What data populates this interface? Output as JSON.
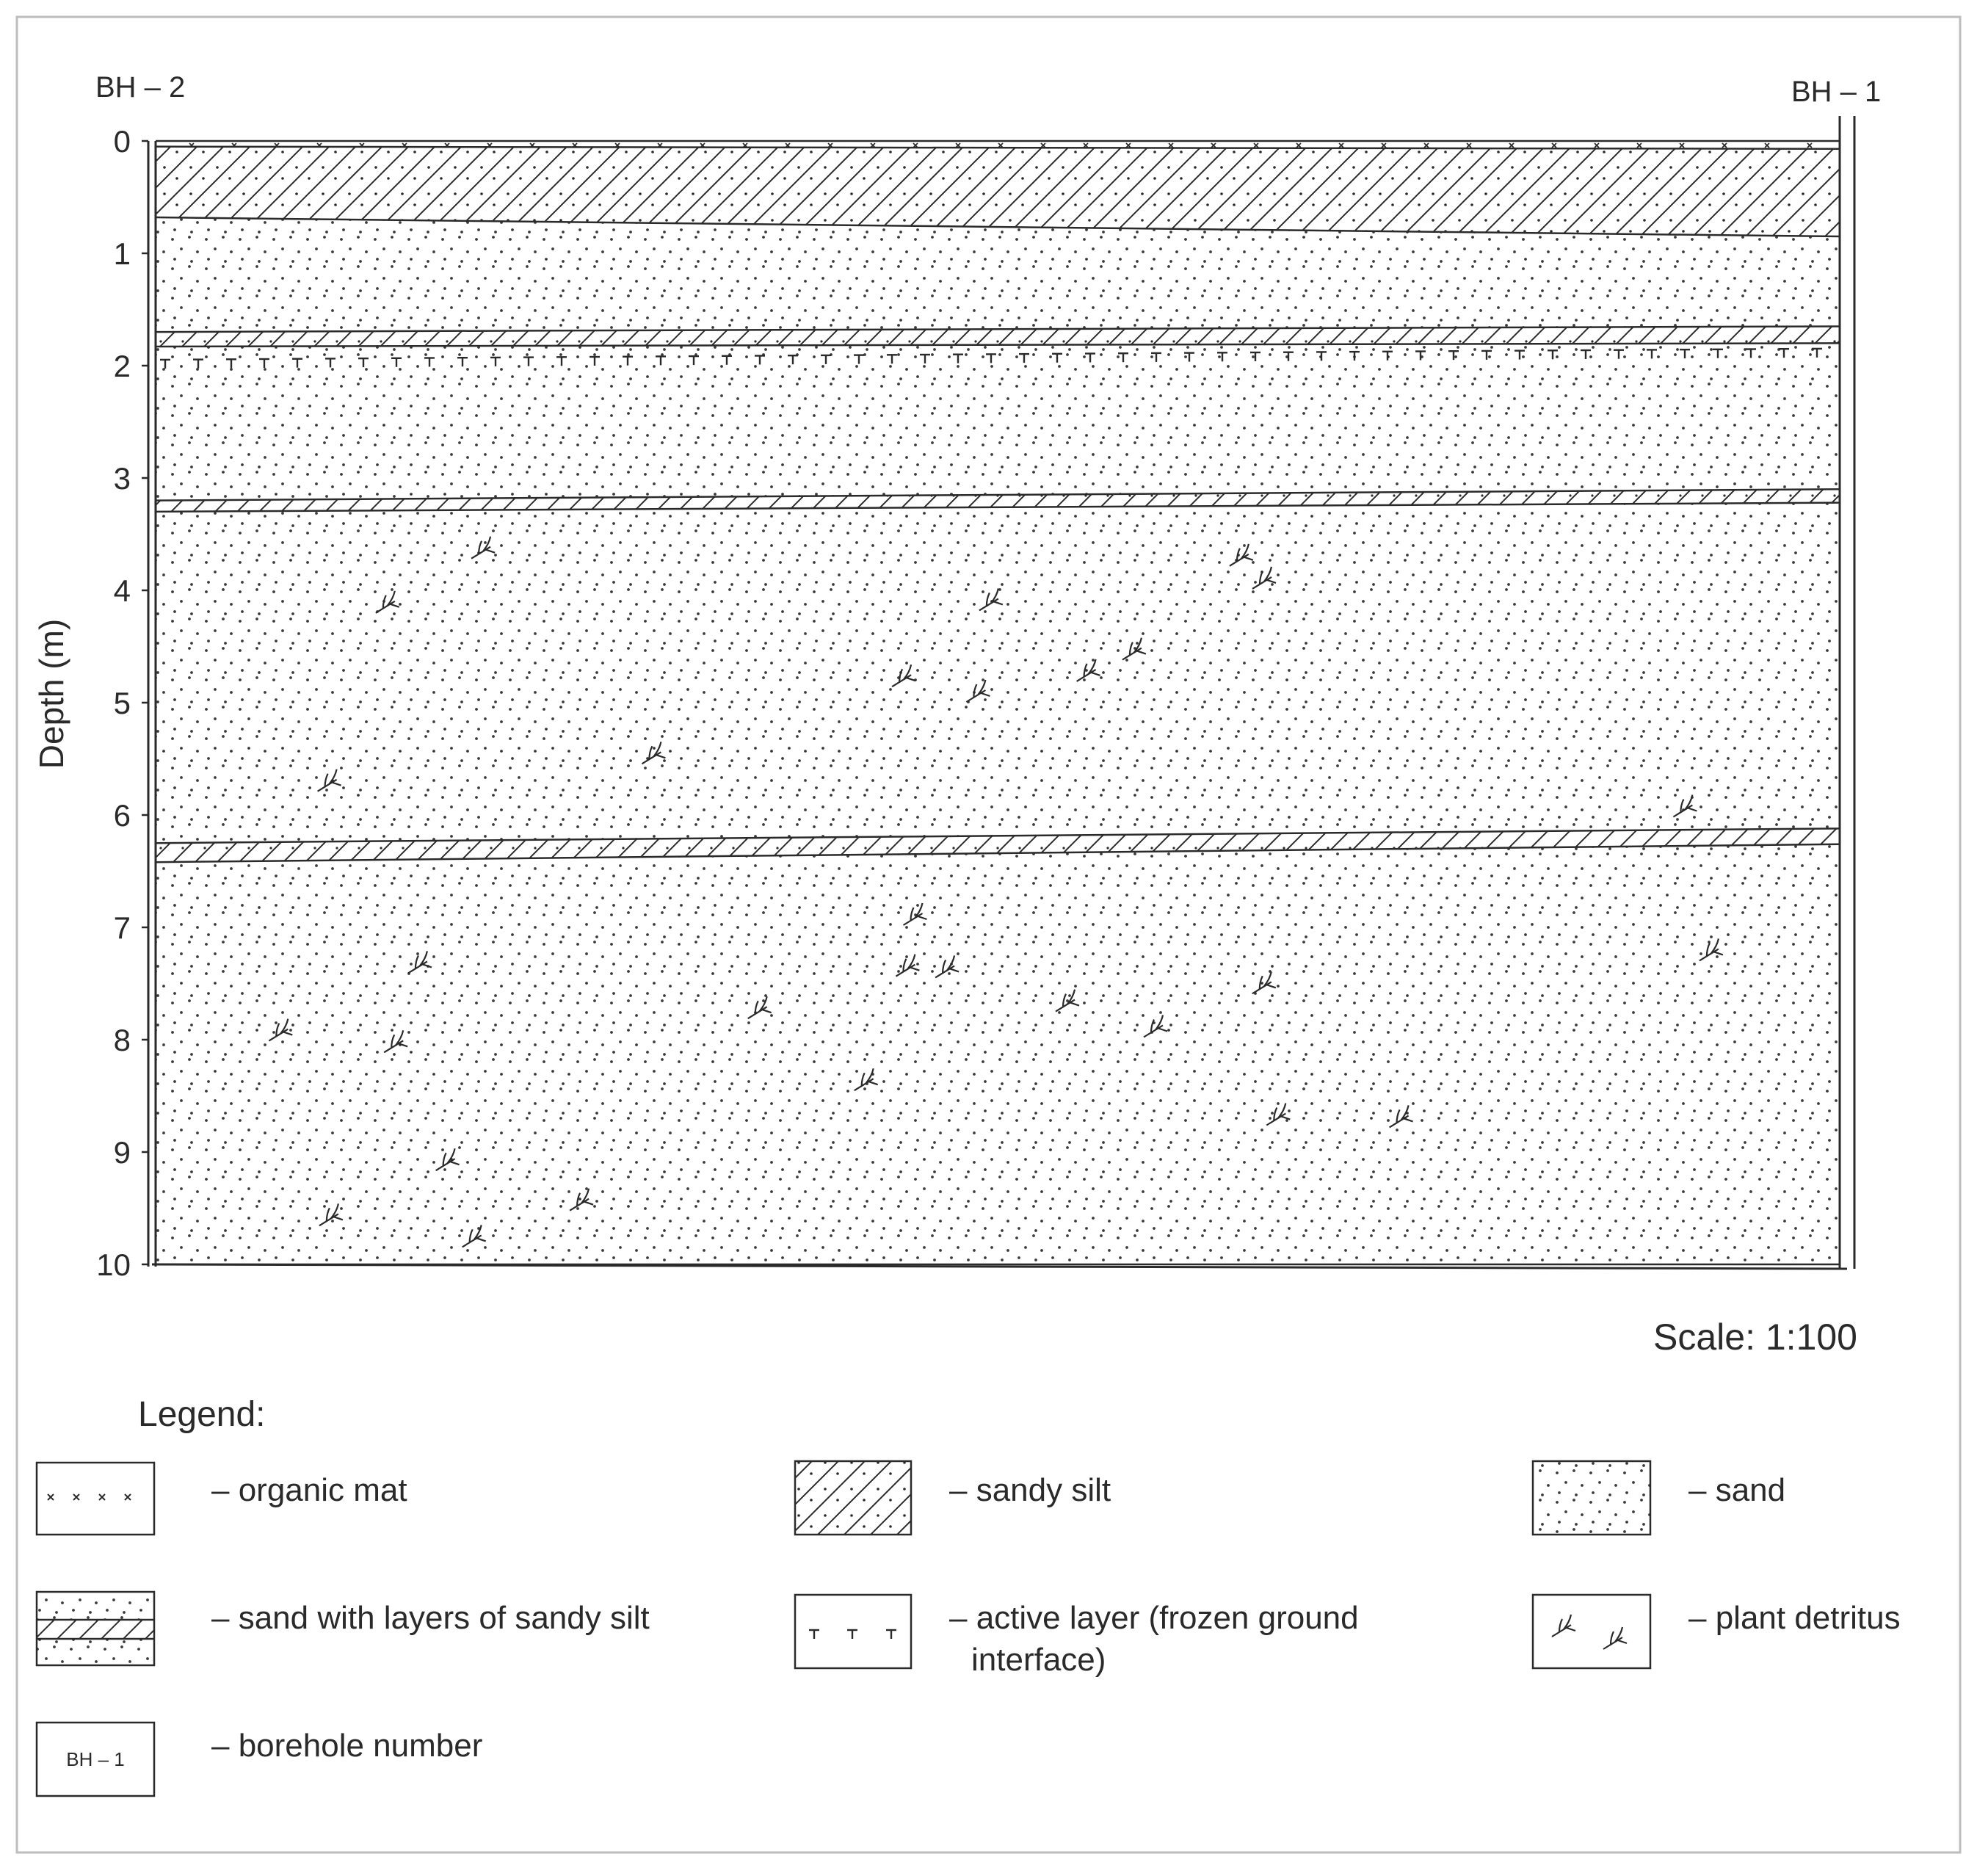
{
  "section": {
    "left_borehole": "BH – 2",
    "right_borehole": "BH – 1",
    "axis_label": "Depth (m)",
    "depth_ticks": [
      "0",
      "1",
      "2",
      "3",
      "4",
      "5",
      "6",
      "7",
      "8",
      "9",
      "10"
    ],
    "depth_range_m": [
      0,
      10
    ],
    "scale": "Scale: 1:100",
    "layers": [
      {
        "material": "organic mat",
        "top_m": [
          0.0,
          0.0
        ],
        "bottom_m": [
          0.05,
          0.07
        ]
      },
      {
        "material": "sandy silt",
        "top_m": [
          0.05,
          0.07
        ],
        "bottom_m": [
          0.68,
          0.85
        ]
      },
      {
        "material": "sand",
        "top_m": [
          0.68,
          0.85
        ],
        "bottom_m": [
          1.7,
          1.65
        ]
      },
      {
        "material": "sand with layers of sandy silt",
        "top_m": [
          1.7,
          1.65
        ],
        "bottom_m": [
          1.83,
          1.8
        ]
      },
      {
        "material": "sand",
        "top_m": [
          1.83,
          1.8
        ],
        "bottom_m": [
          3.2,
          3.1
        ]
      },
      {
        "material": "sand with layers of sandy silt",
        "top_m": [
          3.2,
          3.1
        ],
        "bottom_m": [
          3.3,
          3.22
        ]
      },
      {
        "material": "sand",
        "top_m": [
          3.3,
          3.22
        ],
        "bottom_m": [
          6.25,
          6.12
        ]
      },
      {
        "material": "sand with layers of sandy silt",
        "top_m": [
          6.25,
          6.12
        ],
        "bottom_m": [
          6.42,
          6.26
        ]
      },
      {
        "material": "sand",
        "top_m": [
          6.42,
          6.26
        ],
        "bottom_m": [
          10.0,
          10.0
        ]
      }
    ],
    "active_layer_depth_m": [
      2.0,
      1.9
    ],
    "plant_detritus_count": 30
  },
  "legend": {
    "title": "Legend:",
    "items": [
      {
        "id": "organic-mat",
        "label": "– organic mat"
      },
      {
        "id": "sandy-silt",
        "label": "– sandy silt"
      },
      {
        "id": "sand",
        "label": "– sand"
      },
      {
        "id": "sand-silt-layers",
        "label": "– sand with layers of sandy silt"
      },
      {
        "id": "active-layer",
        "label": "– active layer (frozen ground",
        "label2": "interface)"
      },
      {
        "id": "plant-detritus",
        "label": "– plant detritus"
      },
      {
        "id": "borehole-number",
        "label": "– borehole number",
        "box_text": "BH – 1"
      }
    ]
  },
  "colors": {
    "line": "#2a2a2a",
    "frame": "#bdbdbd",
    "dot": "#3a3a3a"
  }
}
